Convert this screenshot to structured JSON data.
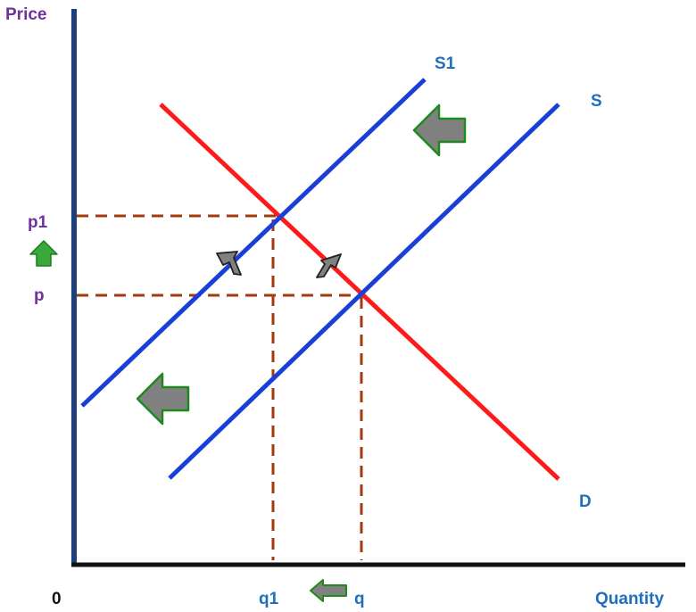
{
  "axes": {
    "y_label": "Price",
    "x_label": "Quantity",
    "origin_label": "0"
  },
  "curves": {
    "demand_label": "D",
    "supply_label": "S",
    "supply_shifted_label": "S1"
  },
  "levels": {
    "p_label": "p",
    "p1_label": "p1",
    "q_label": "q",
    "q1_label": "q1"
  },
  "colors": {
    "axis": "#1f3f7a",
    "demand": "#ff1a1a",
    "supply": "#1a3fd6",
    "guide": "#a23a0c",
    "label_purple": "#7030a0",
    "label_blue": "#1f6fc0",
    "arrow_fill": "#808080",
    "arrow_outline": "#1e8a1e",
    "arrow_up_fill": "#3aa83a"
  },
  "icons": [
    "shift-left-arrow-icon",
    "price-up-arrow-icon",
    "quantity-left-arrow-icon",
    "movement-arrowhead-icon"
  ]
}
